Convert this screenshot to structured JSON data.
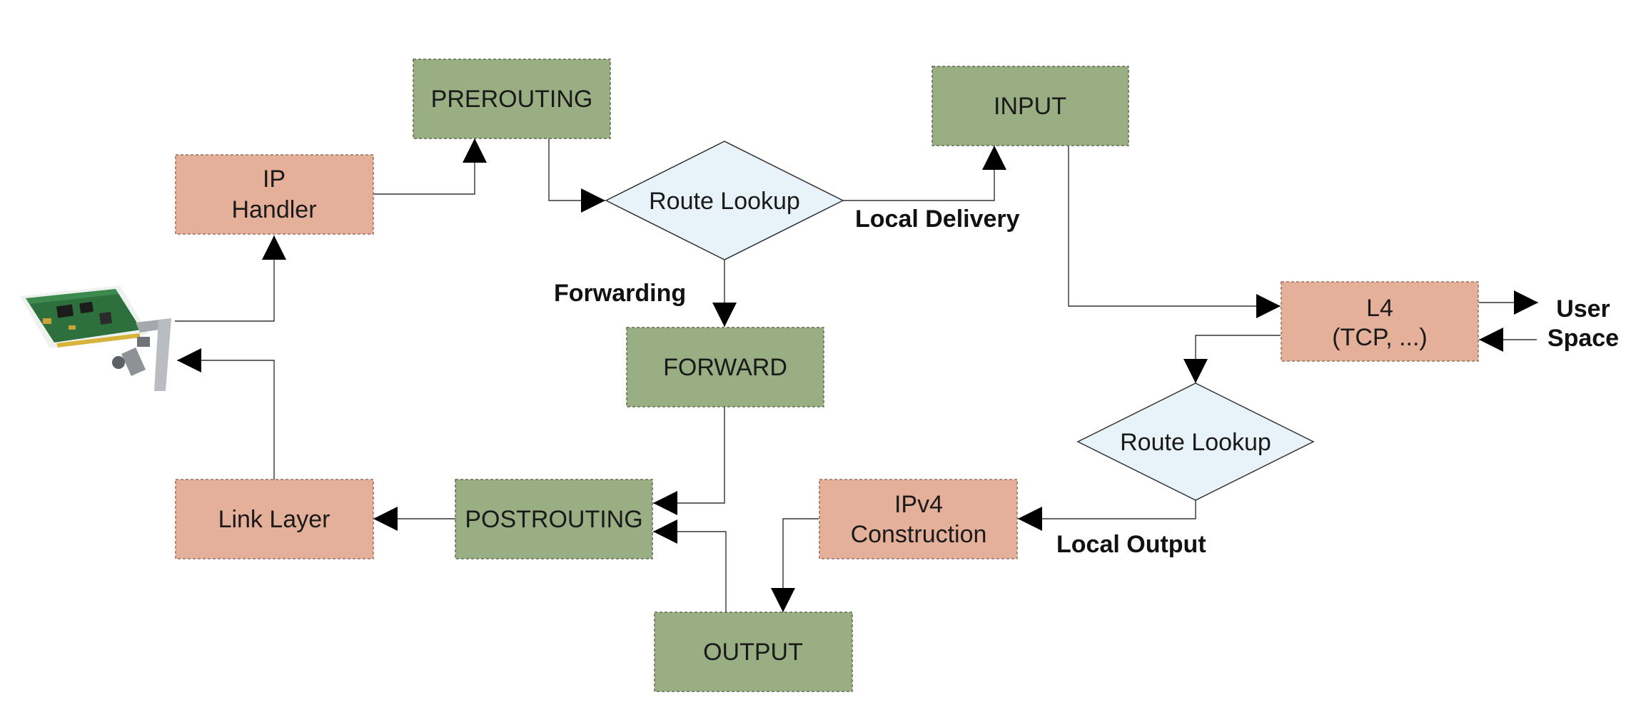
{
  "colors": {
    "hook_fill": "#9aae84",
    "hook_border": "#5f6f4f",
    "stage_fill": "#e5b09a",
    "stage_border": "#9a6f5f",
    "decision_fill": "#e7f2f9",
    "decision_border": "#333333",
    "edge": "#333333",
    "arrowhead": "#000000"
  },
  "nodes": {
    "prerouting": "PREROUTING",
    "input": "INPUT",
    "forward": "FORWARD",
    "postrouting": "POSTROUTING",
    "output": "OUTPUT",
    "ip_handler": [
      "IP",
      "Handler"
    ],
    "link_layer": "Link Layer",
    "l4": [
      "L4",
      "(TCP, ...)"
    ],
    "ipv4_construction": [
      "IPv4",
      "Construction"
    ],
    "route_lookup_top": "Route Lookup",
    "route_lookup_bottom": "Route Lookup"
  },
  "labels": {
    "local_delivery": "Local Delivery",
    "forwarding": "Forwarding",
    "local_output": "Local Output",
    "user_space": [
      "User",
      "Space"
    ]
  },
  "image": {
    "icon": "network-card-icon"
  }
}
